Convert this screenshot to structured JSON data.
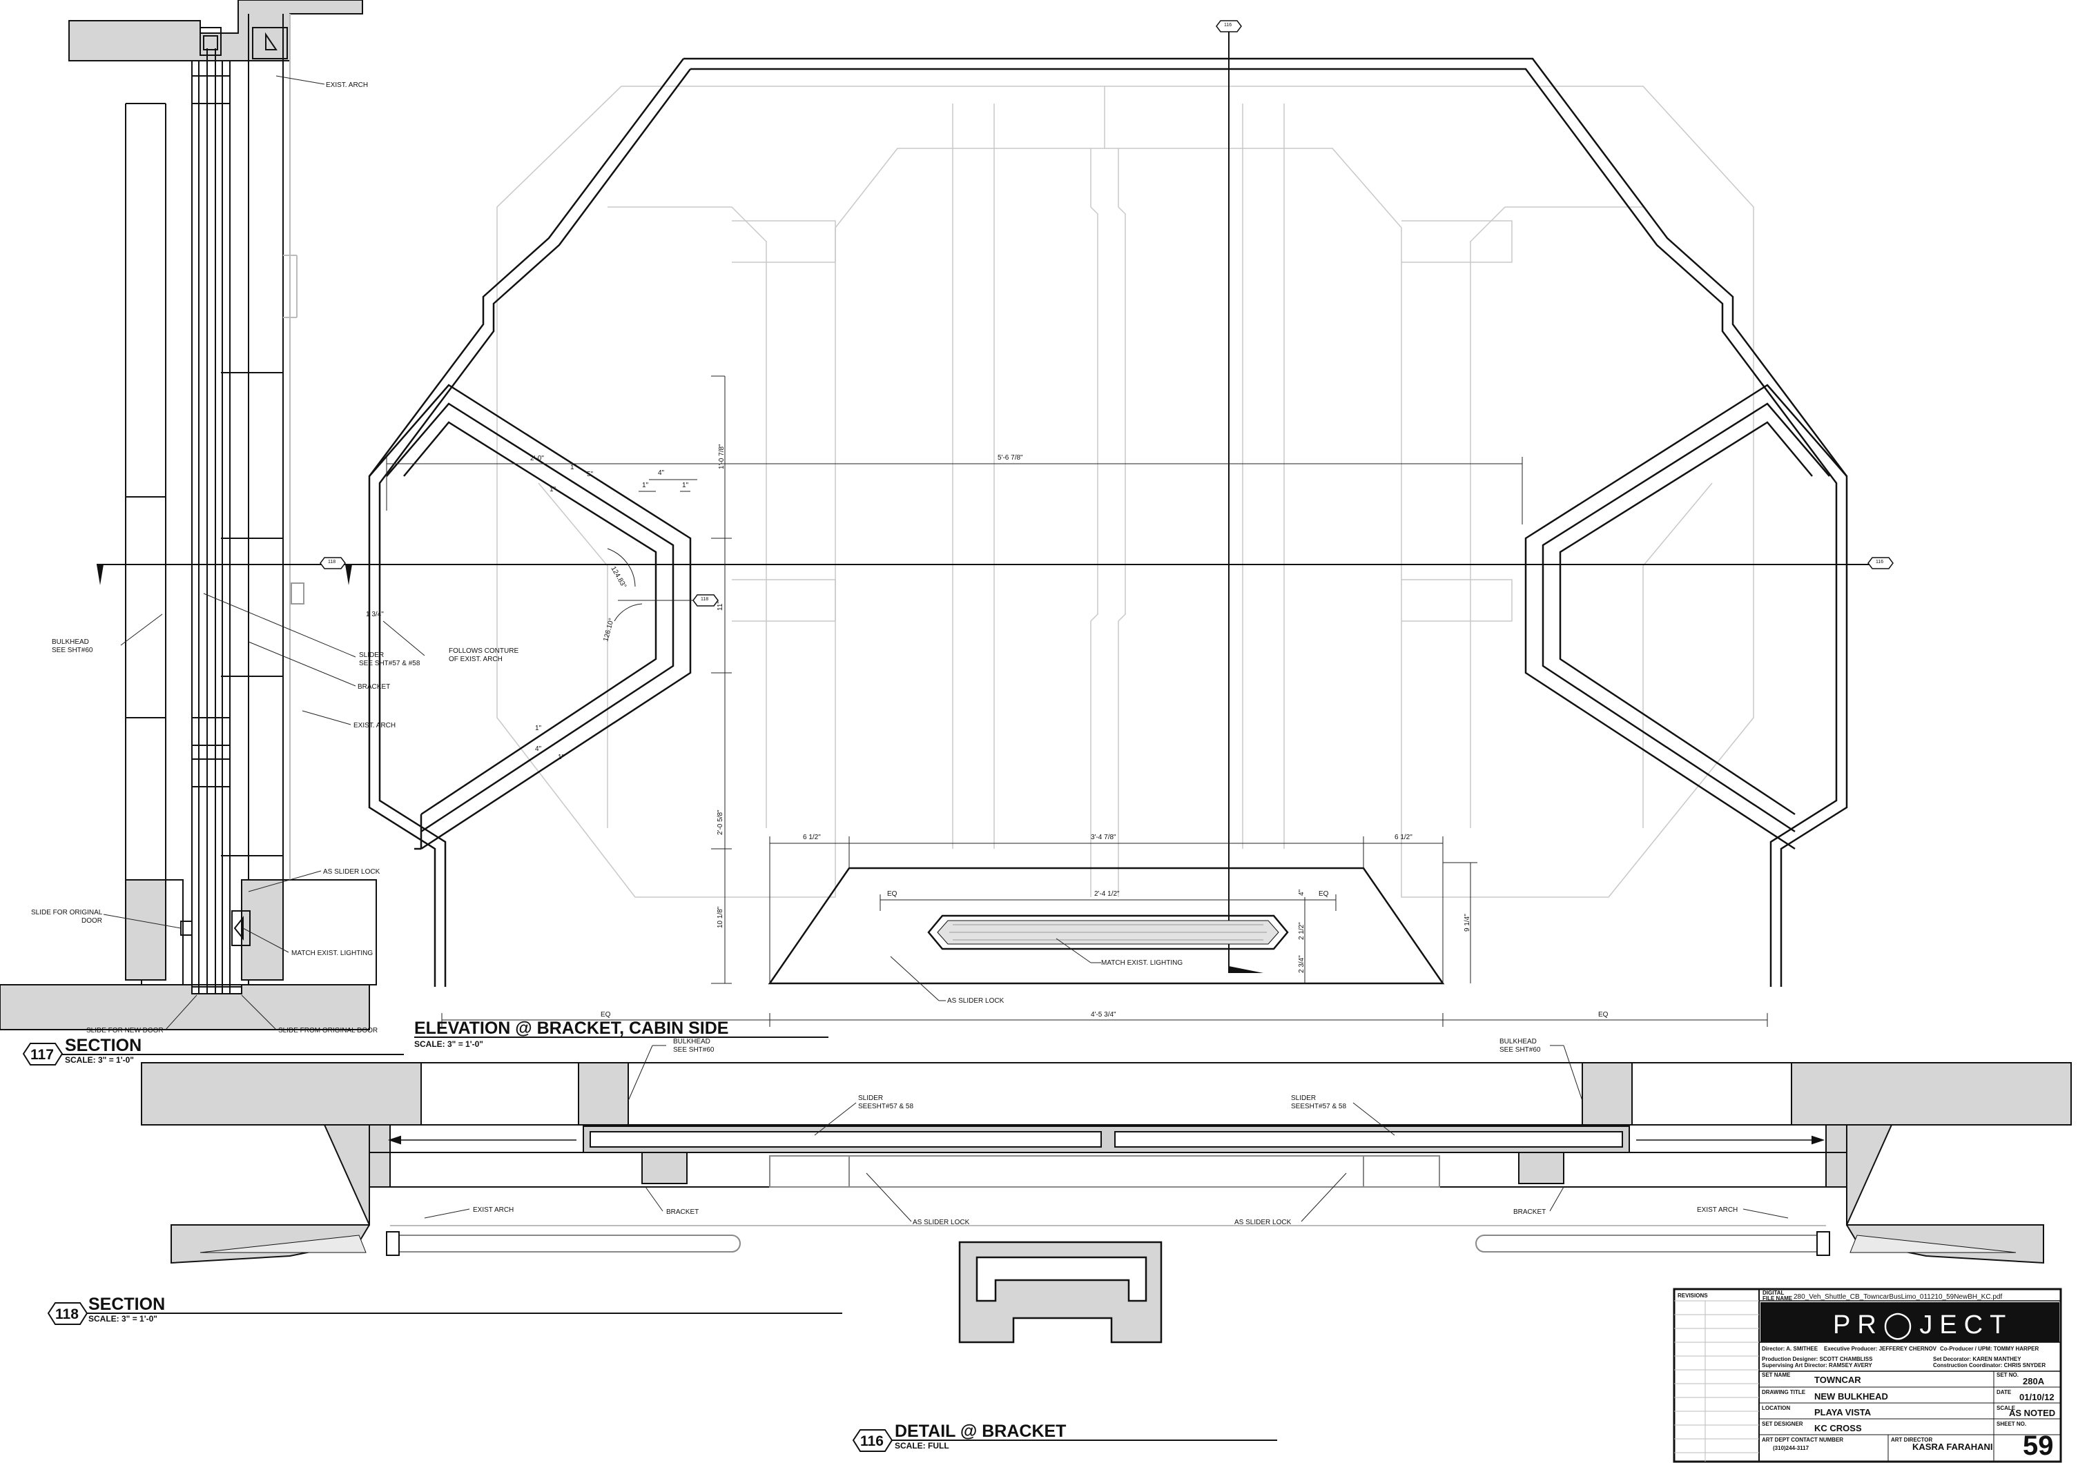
{
  "views": {
    "v117": {
      "number": "117",
      "title": "SECTION",
      "scale": "SCALE: 3\" = 1'-0\""
    },
    "elevation": {
      "title": "ELEVATION @ BRACKET,  CABIN SIDE",
      "scale": "SCALE: 3\" = 1'-0\""
    },
    "v118": {
      "number": "118",
      "title": "SECTION",
      "scale": "SCALE: 3\" = 1'-0\""
    },
    "v116": {
      "number": "116",
      "title": "DETAIL @ BRACKET",
      "scale": "SCALE: FULL"
    },
    "markers": [
      "116",
      "118",
      "118",
      "116"
    ]
  },
  "labels": {
    "exist_arch": "EXIST. ARCH",
    "exist_arch_2": "EXIST. ARCH",
    "bulkhead_1": "BULKHEAD",
    "bulkhead_2": "SEE SHT#60",
    "slider_1": "SLIDER",
    "slider_2": "SEE SHT#57 & #58",
    "bracket": "BRACKET",
    "as_slider_lock": "AS SLIDER LOCK",
    "slide_orig_1": "SLIDE FOR ORIGINAL",
    "slide_orig_2": "DOOR",
    "match_lighting": "MATCH EXIST. LIGHTING",
    "slide_new_door": "SLIDE FOR NEW DOOR",
    "slide_from_orig": "SLIDE FROM ORIGINAL DOOR",
    "follows_1": "FOLLOWS CONTURE",
    "follows_2": "OF EXIST. ARCH",
    "elev_match_lighting": "MATCH EXIST. LIGHTING",
    "elev_slider_lock": "AS SLIDER LOCK",
    "s118_bulkhead_l1": "BULKHEAD",
    "s118_bulkhead_l2": "SEE SHT#60",
    "s118_bulkhead_r1": "BULKHEAD",
    "s118_bulkhead_r2": "SEE SHT#60",
    "s118_slider_l1": "SLIDER",
    "s118_slider_l2": "SEESHT#57 & 58",
    "s118_slider_r1": "SLIDER",
    "s118_slider_r2": "SEESHT#57 & 58",
    "s118_exist_arch_l": "EXIST ARCH",
    "s118_exist_arch_r": "EXIST ARCH",
    "s118_bracket_l": "BRACKET",
    "s118_bracket_r": "BRACKET",
    "s118_lock_l": "AS SLIDER LOCK",
    "s118_lock_r": "AS SLIDER LOCK"
  },
  "dimensions": {
    "d2_0": "2'-0\"",
    "d5": "5\"",
    "d1a": "1\"",
    "d1b": "1\"",
    "d4": "4\"",
    "d1q": "1\"",
    "d1r": "1\"",
    "d1_0_78": "1'-0 7/8\"",
    "d5_6_78": "5'-6 7/8\"",
    "a12483": "124.83°",
    "a12610": "126.10°",
    "d1_34": "1 3/4\"",
    "d11": "11\"",
    "d2_0_58": "2'-0 5/8\"",
    "d10_18": "10 1/8\"",
    "d6_12a": "6 1/2\"",
    "d3_4_78": "3'-4 7/8\"",
    "d6_12b": "6 1/2\"",
    "eq1": "EQ",
    "d2_4_12": "2'-4 1/2\"",
    "d4b": "4\"",
    "eq2": "EQ",
    "d9_14": "9 1/4\"",
    "d2_12": "2 1/2\"",
    "d2_34": "2 3/4\"",
    "eq_l": "EQ",
    "d4_5_34": "4'-5 3/4\"",
    "eq_r": "EQ",
    "d1c": "1\"",
    "d4c": "4\"",
    "d1d": "1\""
  },
  "titleblock": {
    "revisions": "REVISIONS",
    "digital_label_1": "DIGITAL",
    "digital_label_2": "FILE NAME",
    "filename": "280_Veh_Shuttle_CB_TowncarBusLimo_011210_59NewBH_KC.pdf",
    "logo": "PR◯JECT",
    "director": "Director: A. SMITHEE",
    "exec_producer": "Executive Producer: JEFFEREY CHERNOV",
    "coproducer": "Co-Producer / UPM: TOMMY HARPER",
    "prod_designer": "Production Designer: SCOTT CHAMBLISS",
    "sup_art_dir": "Supervising Art Director: RAMSEY AVERY",
    "set_decorator": "Set Decorator: KAREN MANTHEY",
    "constr_coord": "Construction Coordinator: CHRIS SNYDER",
    "set_name_label": "SET NAME",
    "set_name": "TOWNCAR",
    "set_no_label": "SET NO.",
    "set_no": "280A",
    "drawing_title_label": "DRAWING TITLE",
    "drawing_title": "NEW BULKHEAD",
    "date_label": "DATE",
    "date": "01/10/12",
    "location_label": "LOCATION",
    "location": "PLAYA VISTA",
    "scale_label": "SCALE",
    "scale": "AS NOTED",
    "set_designer_label": "SET DESIGNER",
    "set_designer": "KC CROSS",
    "sheet_no_label": "SHEET NO.",
    "contact_label": "ART DEPT CONTACT NUMBER",
    "contact": "(310)244-3117",
    "art_director_label": "ART DIRECTOR",
    "art_director": "KASRA FARAHANI",
    "sheet_no": "59"
  }
}
